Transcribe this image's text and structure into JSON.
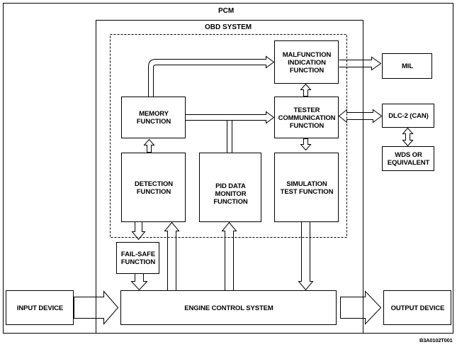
{
  "diagram": {
    "pcm_label": "PCM",
    "obd_label": "OBD SYSTEM",
    "blocks": {
      "malfunction": "MALFUNCTION\nINDICATION\nFUNCTION",
      "mil": "MIL",
      "memory": "MEMORY\nFUNCTION",
      "tester": "TESTER\nCOMMUNICATION\nFUNCTION",
      "dlc": "DLC-2 (CAN)",
      "wds": "WDS OR\nEQUIVALENT",
      "detection": "DETECTION\nFUNCTION",
      "pid": "PID DATA\nMONITOR\nFUNCTION",
      "simulation": "SIMULATION\nTEST FUNCTION",
      "failsafe": "FAIL-SAFE\nFUNCTION",
      "input": "INPUT DEVICE",
      "engine": "ENGINE CONTROL SYSTEM",
      "output": "OUTPUT DEVICE"
    },
    "reference_code": "B3A0102T001"
  }
}
